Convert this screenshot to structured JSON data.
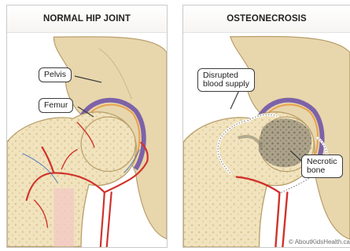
{
  "panels": [
    {
      "title": "NORMAL HIP JOINT",
      "labels": {
        "pelvis": "Pelvis",
        "femur": "Femur"
      }
    },
    {
      "title": "OSTEONECROSIS",
      "labels": {
        "disrupted": "Disrupted\nblood supply",
        "necrotic": "Necrotic\nbone"
      }
    }
  ],
  "credit": "© AboutKidsHealth.ca",
  "colors": {
    "bone": "#f1e3bd",
    "bone_shadow": "#d9c08f",
    "pelvis": "#e8d6ad",
    "cartilage": "#7d62a8",
    "artery": "#d0322b",
    "vein": "#3b6fc0",
    "marrow": "#f3c9c3",
    "necrotic": "#8c8470"
  }
}
